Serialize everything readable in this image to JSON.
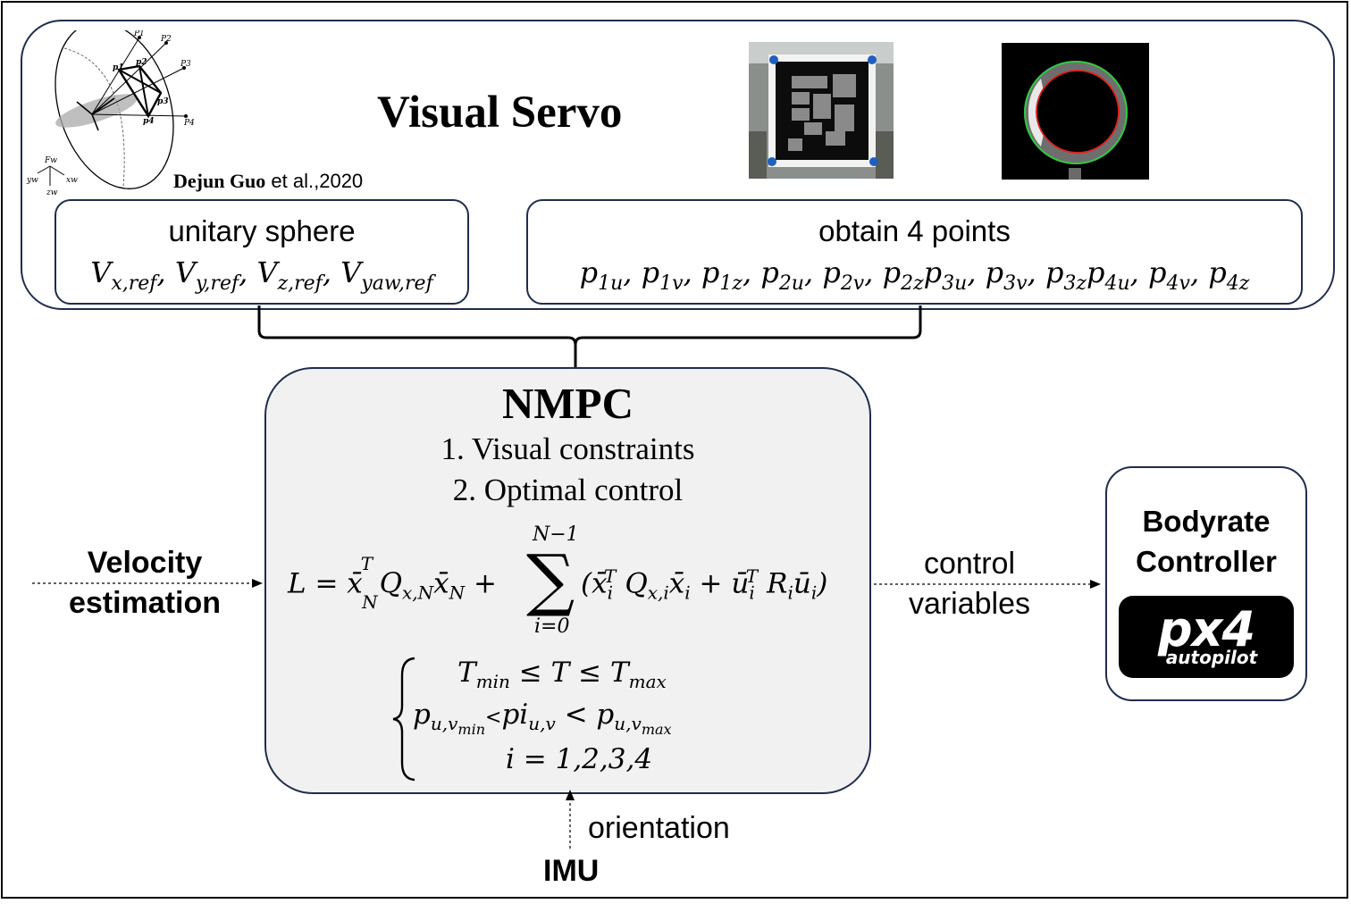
{
  "visual_servo": {
    "title": "Visual Servo",
    "citation_author": "Dejun Guo",
    "citation_rest": " et al.,2020",
    "sphere_fig_labels": [
      "P1",
      "P2",
      "P3",
      "P4",
      "p1",
      "p2",
      "p3",
      "p4",
      "Fw",
      "xw",
      "yw",
      "zw"
    ]
  },
  "unitary_sphere": {
    "title": "unitary sphere",
    "vars": [
      {
        "sym": "V",
        "sub": "x,ref"
      },
      {
        "sym": "V",
        "sub": "y,ref"
      },
      {
        "sym": "V",
        "sub": "z,ref"
      },
      {
        "sym": "V",
        "sub": "yaw,ref"
      }
    ]
  },
  "obtain_points": {
    "title": "obtain 4 points",
    "vars": [
      {
        "sym": "p",
        "sub": "1u",
        "sep": ", "
      },
      {
        "sym": "p",
        "sub": "1v",
        "sep": ", "
      },
      {
        "sym": "p",
        "sub": "1z",
        "sep": ", "
      },
      {
        "sym": "p",
        "sub": "2u",
        "sep": ", "
      },
      {
        "sym": "p",
        "sub": "2v",
        "sep": ", "
      },
      {
        "sym": "p",
        "sub": "2z",
        "sep": ""
      },
      {
        "sym": "p",
        "sub": "3u",
        "sep": ", "
      },
      {
        "sym": "p",
        "sub": "3v",
        "sep": ", "
      },
      {
        "sym": "p",
        "sub": "3z",
        "sep": ""
      },
      {
        "sym": "p",
        "sub": "4u",
        "sep": ", "
      },
      {
        "sym": "p",
        "sub": "4v",
        "sep": ", "
      },
      {
        "sym": "p",
        "sub": "4z",
        "sep": ""
      }
    ]
  },
  "nmpc": {
    "title": "NMPC",
    "item1": "1. Visual constraints",
    "item2": "2. Optimal control",
    "sum_upper": "N−1",
    "sum_lower": "i=0",
    "constraint_3": "i = 1,2,3,4"
  },
  "inputs": {
    "velocity_line1": "Velocity",
    "velocity_line2": "estimation",
    "imu": "IMU",
    "orientation": "orientation"
  },
  "outputs": {
    "control_line1": "control",
    "control_line2": "variables",
    "controller_line1": "Bodyrate",
    "controller_line2": "Controller",
    "px4_main": "px4",
    "px4_sub": "autopilot"
  },
  "colors": {
    "box_border": "#1f2d4d",
    "nmpc_fill": "#f1f1f1",
    "marker_blue": "#1f5fbf",
    "circle_red": "#e02020",
    "circle_green": "#2ecc40"
  }
}
